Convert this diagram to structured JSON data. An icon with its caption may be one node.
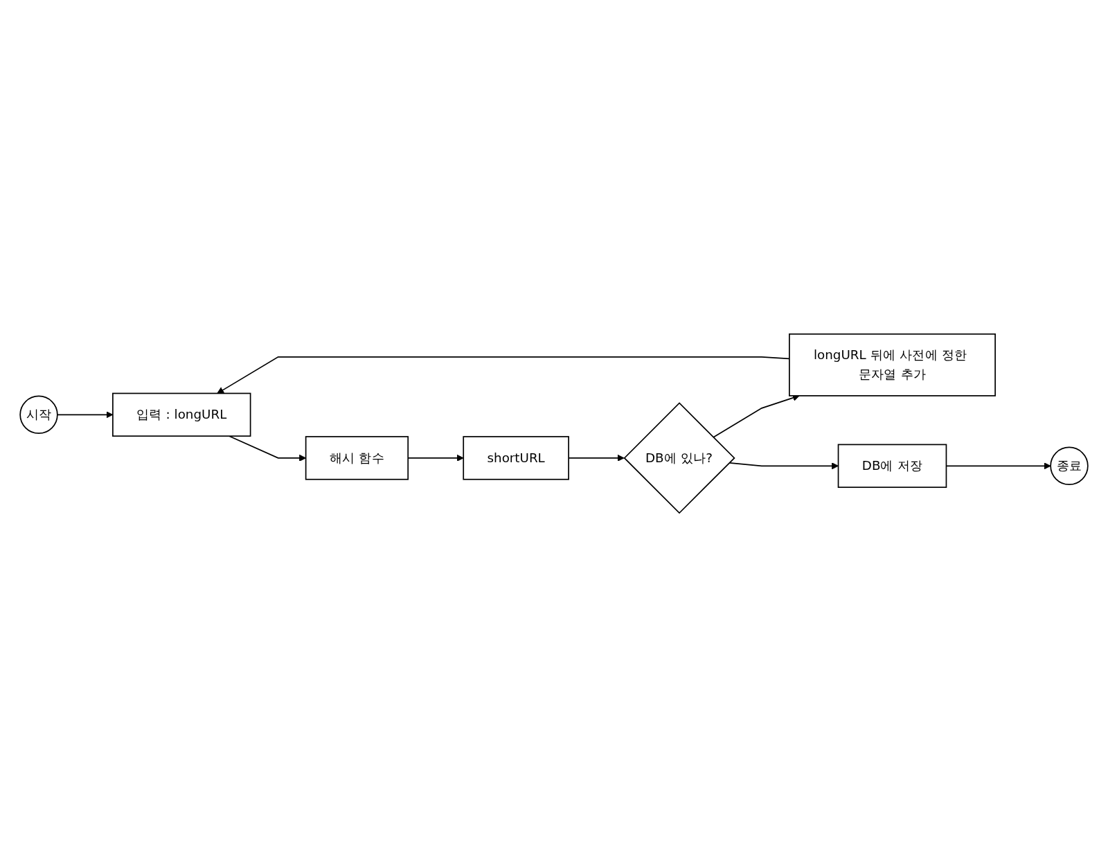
{
  "diagram": {
    "nodes": [
      {
        "text": [
          "시작"
        ]
      },
      {
        "text": [
          "입력 : longURL"
        ]
      },
      {
        "text": [
          "해시 함수"
        ]
      },
      {
        "text": [
          "shortURL"
        ]
      },
      {
        "text": [
          "DB에 있나?"
        ]
      },
      {
        "text": [
          "longURL 뒤에 사전에 정한 문자열 추가"
        ]
      },
      {
        "text": [
          "DB에 저장"
        ]
      },
      {
        "text": [
          "종료"
        ]
      }
    ],
    "edges": [
      {
        "from": 0,
        "to": 1,
        "arrow": "to"
      },
      {
        "from": 1,
        "to": 2,
        "arrow": "to"
      },
      {
        "from": 2,
        "to": 3,
        "arrow": "to"
      },
      {
        "from": 3,
        "to": 4,
        "arrow": "to"
      },
      {
        "from": 4,
        "to": 5,
        "arrow": "to"
      },
      {
        "from": 5,
        "to": 1,
        "arrow": "to"
      },
      {
        "from": 4,
        "to": 6,
        "arrow": "to"
      },
      {
        "from": 6,
        "to": 7,
        "arrow": "to"
      }
    ]
  }
}
